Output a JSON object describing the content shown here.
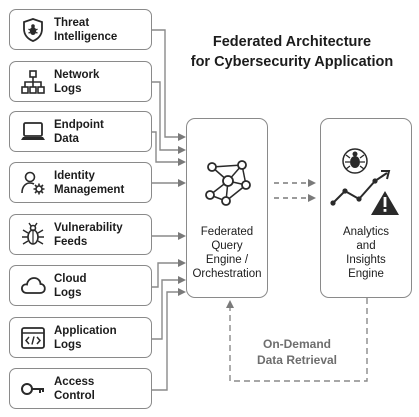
{
  "title": "Federated Architecture\nfor Cybersecurity Application",
  "sources": [
    {
      "label": "Threat\nIntelligence",
      "icon": "shield-bug-icon"
    },
    {
      "label": "Network\nLogs",
      "icon": "network-tree-icon"
    },
    {
      "label": "Endpoint\nData",
      "icon": "laptop-icon"
    },
    {
      "label": "Identity\nManagement",
      "icon": "user-gear-icon"
    },
    {
      "label": "Vulnerability\nFeeds",
      "icon": "bug-icon"
    },
    {
      "label": "Cloud\nLogs",
      "icon": "cloud-icon"
    },
    {
      "label": "Application\nLogs",
      "icon": "code-window-icon"
    },
    {
      "label": "Access\nControl",
      "icon": "key-icon"
    }
  ],
  "federated_engine": {
    "label": "Federated\nQuery\nEngine /\nOrchestration",
    "icon": "network-nodes-icon"
  },
  "analytics_engine": {
    "label": "Analytics\nand\nInsights\nEngine",
    "icon": "bug-chart-warning-icon"
  },
  "on_demand": "On-Demand\nData Retrieval",
  "colors": {
    "border": "#8a8a8a",
    "arrow": "#7a7a7a",
    "text": "#1c1c1c",
    "icon": "#2a2a2a"
  }
}
